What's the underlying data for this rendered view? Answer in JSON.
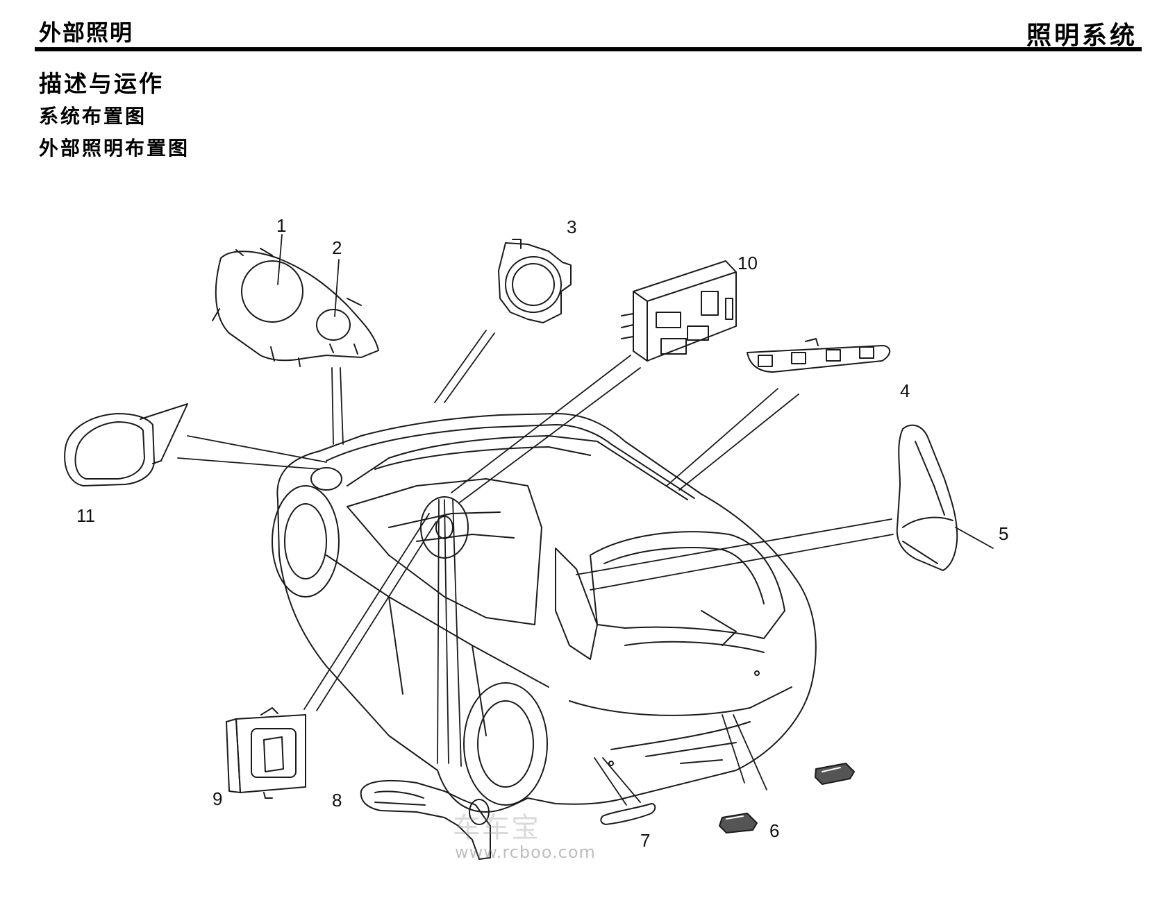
{
  "header": {
    "section_left": "外部照明",
    "section_right": "照明系统"
  },
  "headings": {
    "h1": "描述与运作",
    "h2": "系统布置图",
    "h3": "外部照明布置图"
  },
  "callouts": [
    "1",
    "2",
    "3",
    "4",
    "5",
    "6",
    "7",
    "8",
    "9",
    "10",
    "11"
  ],
  "watermark": {
    "cn": "车车宝",
    "url": "www.rcboo.com"
  }
}
